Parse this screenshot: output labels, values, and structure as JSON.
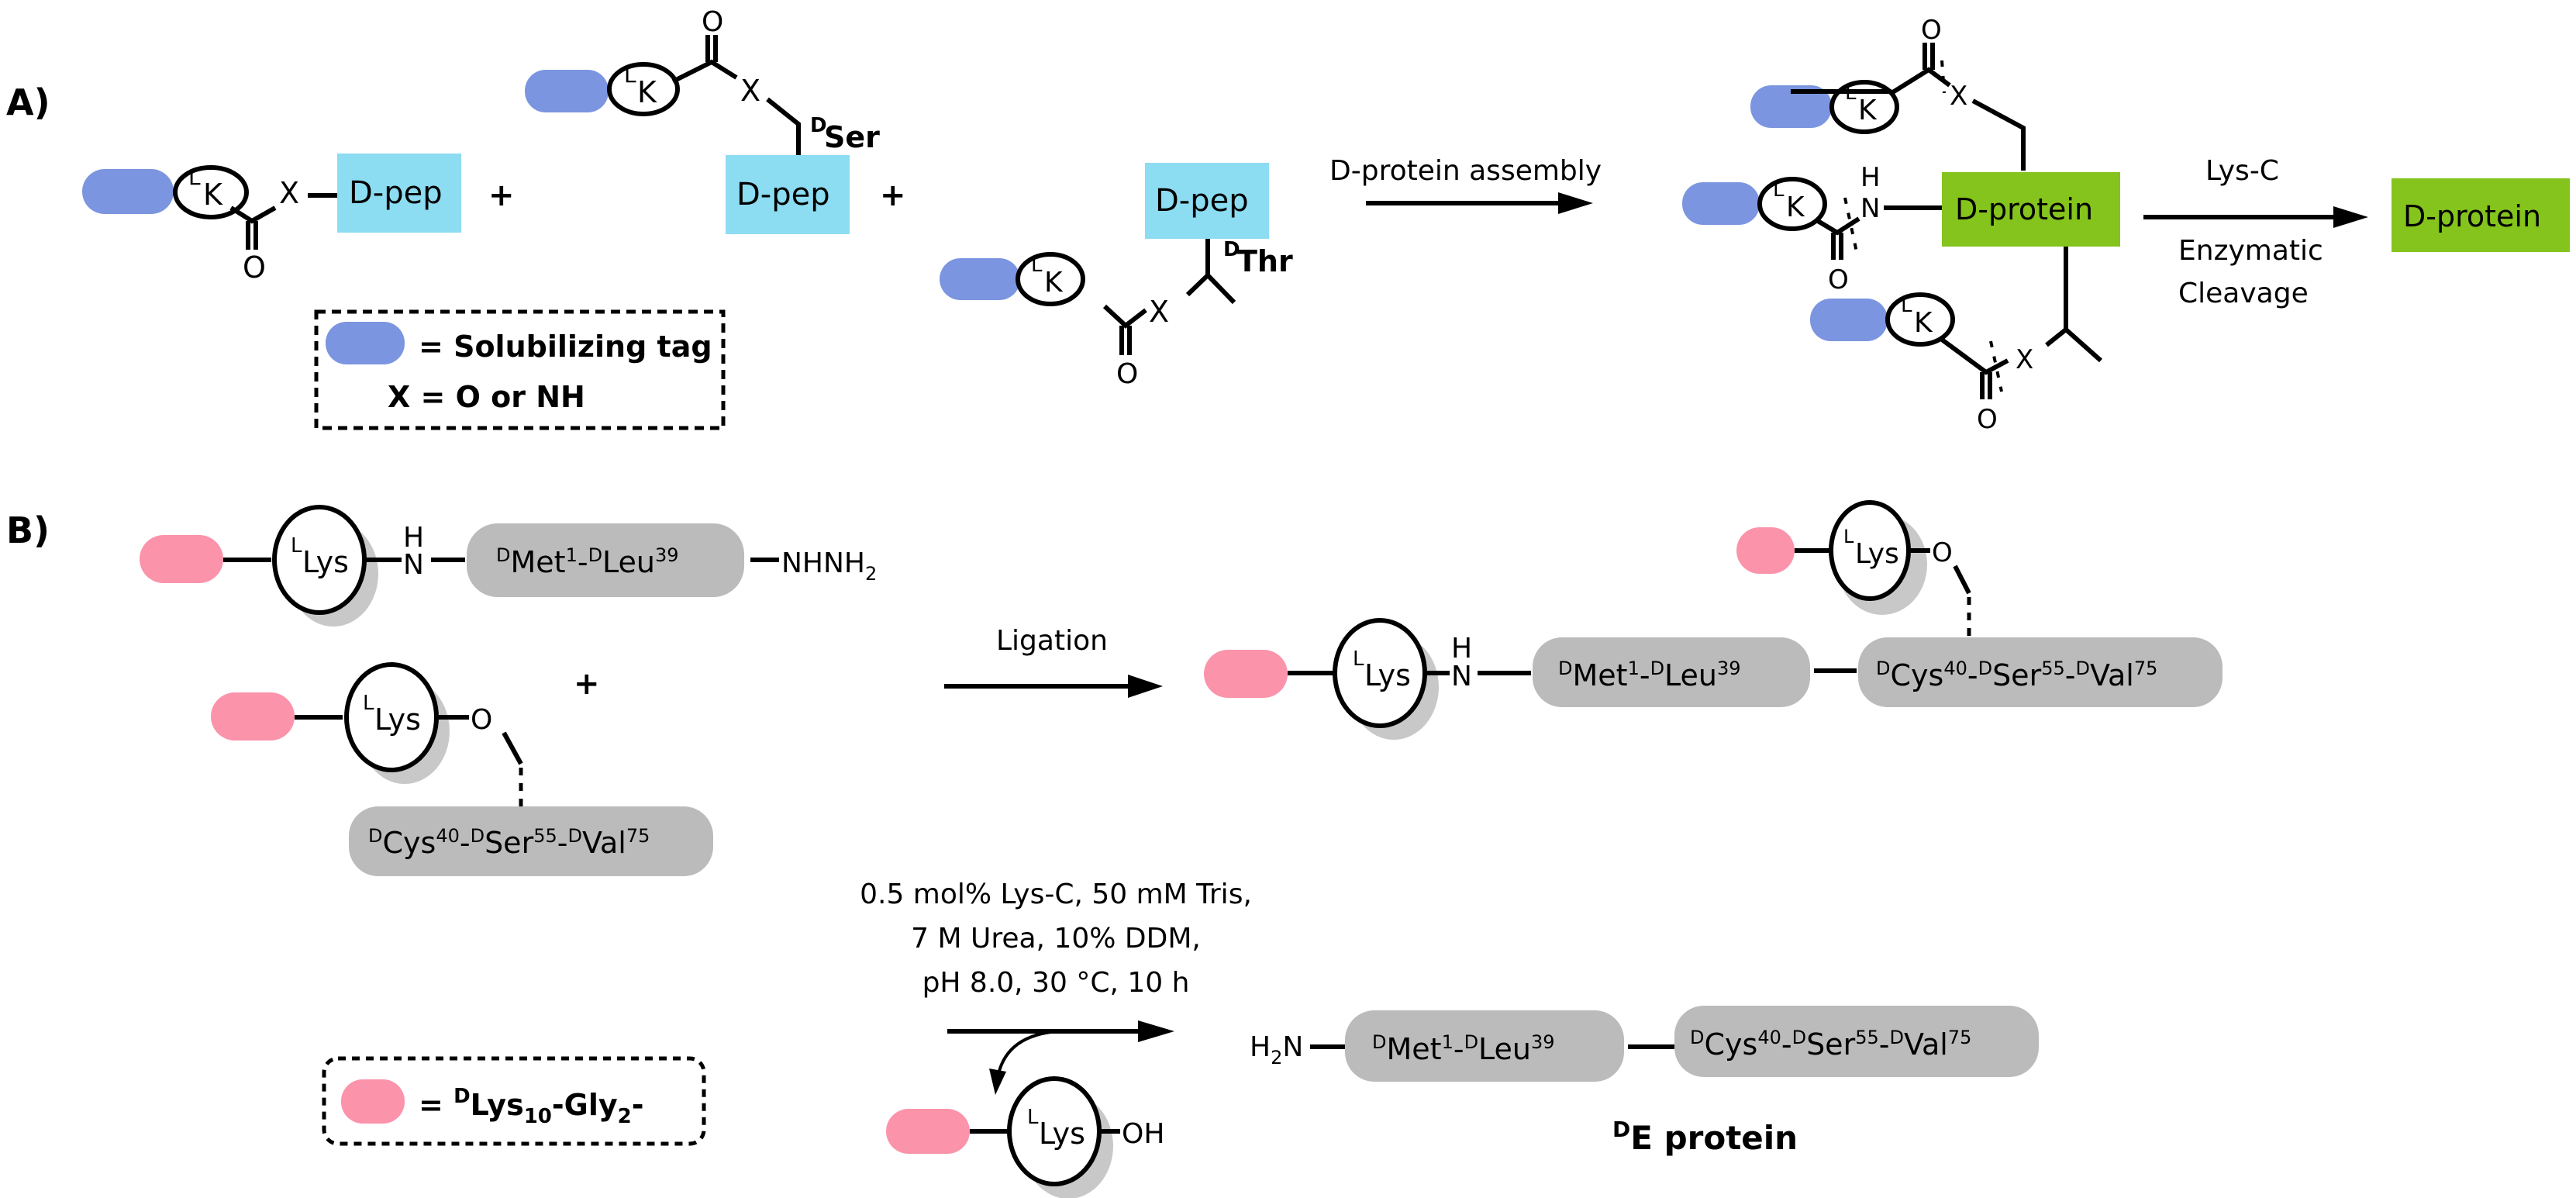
{
  "panel_a": {
    "label": "A)",
    "reactant1": {
      "ring": "K",
      "ring_sup": "L",
      "x": "X",
      "o": "O",
      "box": "D-pep"
    },
    "plus1": "+",
    "reactant2": {
      "ring": "K",
      "ring_sup": "L",
      "x": "X",
      "o": "O",
      "box": "D-pep",
      "residue": "Ser",
      "residue_sup": "D"
    },
    "plus2": "+",
    "reactant3": {
      "ring": "K",
      "ring_sup": "L",
      "x": "X",
      "o": "O",
      "box": "D-pep",
      "residue": "Thr",
      "residue_sup": "D"
    },
    "legend": {
      "tag_desc": "= Solubilizing tag",
      "x_desc": "X = O or NH"
    },
    "arrow1_label": "D-protein assembly",
    "intermediate": {
      "box": "D-protein",
      "top": {
        "ring": "K",
        "ring_sup": "L",
        "x": "X",
        "o": "O"
      },
      "middle": {
        "ring": "K",
        "ring_sup": "L",
        "h": "H",
        "n": "N",
        "o": "O"
      },
      "bottom": {
        "ring": "K",
        "ring_sup": "L",
        "x": "X",
        "o": "O"
      }
    },
    "arrow2_label_top": "Lys-C",
    "arrow2_label_bottom_1": "Enzymatic",
    "arrow2_label_bottom_2": "Cleavage",
    "product": "D-protein"
  },
  "panel_b": {
    "label": "B)",
    "frag1": {
      "ring": "Lys",
      "ring_sup": "L",
      "h": "H",
      "n": "N",
      "box": {
        "p1": "D",
        "t1": "Met",
        "s1": "1",
        "dash": "-",
        "p2": "D",
        "t2": "Leu",
        "s2": "39"
      },
      "end": "NHNH",
      "end_sub": "2"
    },
    "plus": "+",
    "frag2": {
      "ring": "Lys",
      "ring_sup": "L",
      "o": "O",
      "box": {
        "p1": "D",
        "t1": "Cys",
        "s1": "40",
        "d1": "-",
        "p2": "D",
        "t2": "Ser",
        "s2": "55",
        "d2": "-",
        "p3": "D",
        "t3": "Val",
        "s3": "75"
      }
    },
    "arrow1_label": "Ligation",
    "ligated": {
      "ring1": "Lys",
      "ring1_sup": "L",
      "h": "H",
      "n": "N",
      "box1": {
        "p1": "D",
        "t1": "Met",
        "s1": "1",
        "dash": "-",
        "p2": "D",
        "t2": "Leu",
        "s2": "39"
      },
      "box2": {
        "p1": "D",
        "t1": "Cys",
        "s1": "40",
        "d1": "-",
        "p2": "D",
        "t2": "Ser",
        "s2": "55",
        "d2": "-",
        "p3": "D",
        "t3": "Val",
        "s3": "75"
      },
      "ring2": "Lys",
      "ring2_sup": "L",
      "o": "O"
    },
    "conditions": [
      "0.5 mol% Lys-C, 50 mM Tris,",
      "7 M Urea, 10% DDM,",
      "pH 8.0, 30 °C, 10 h"
    ],
    "byproduct": {
      "ring": "Lys",
      "ring_sup": "L",
      "end": "OH"
    },
    "legend": {
      "eq": "= ",
      "p": "D",
      "t1": "Lys",
      "s1": "10",
      "t2": "-Gly",
      "s2": "2",
      "t3": "-"
    },
    "product": {
      "h": "H",
      "h_sub": "2",
      "n": "N",
      "box1": {
        "p1": "D",
        "t1": "Met",
        "s1": "1",
        "dash": "-",
        "p2": "D",
        "t2": "Leu",
        "s2": "39"
      },
      "box2": {
        "p1": "D",
        "t1": "Cys",
        "s1": "40",
        "d1": "-",
        "p2": "D",
        "t2": "Ser",
        "s2": "55",
        "d2": "-",
        "p3": "D",
        "t3": "Val",
        "s3": "75"
      },
      "name_sup": "D",
      "name": "E protein"
    }
  },
  "colors": {
    "solubilizing_tag": "#7b95e0",
    "dpep_box": "#8cdcf2",
    "dprotein_box": "#84c41c",
    "lys_tag": "#fb93ab",
    "segment_box": "#bbbbbb"
  }
}
